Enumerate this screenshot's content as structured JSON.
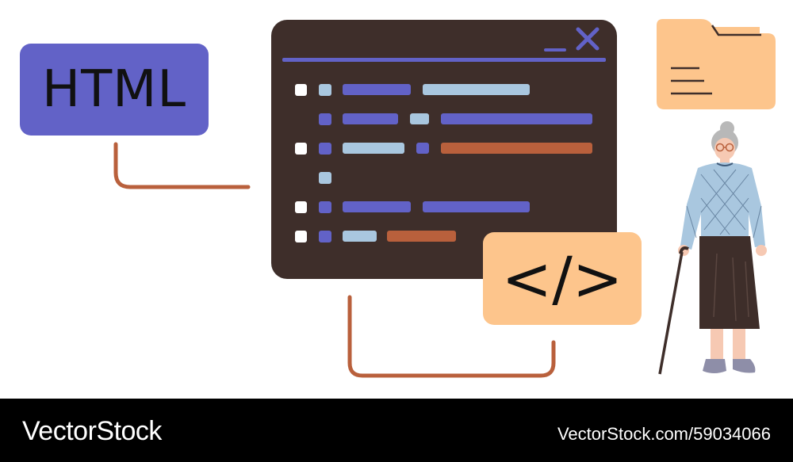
{
  "badge": {
    "label": "HTML"
  },
  "code_tag": {
    "label": "</>"
  },
  "footer": {
    "brand": "VectorStock",
    "image_id": "VectorStock.com/59034066"
  },
  "colors": {
    "purple": "#6262c7",
    "dark": "#3e2e2a",
    "peach": "#fdc58c",
    "light_blue": "#a9c7df",
    "rust": "#b9603c",
    "connector": "#b9603c",
    "white": "#ffffff"
  },
  "icons": [
    "minimize-icon",
    "close-icon",
    "folder-icon",
    "bullet-square-icon"
  ]
}
